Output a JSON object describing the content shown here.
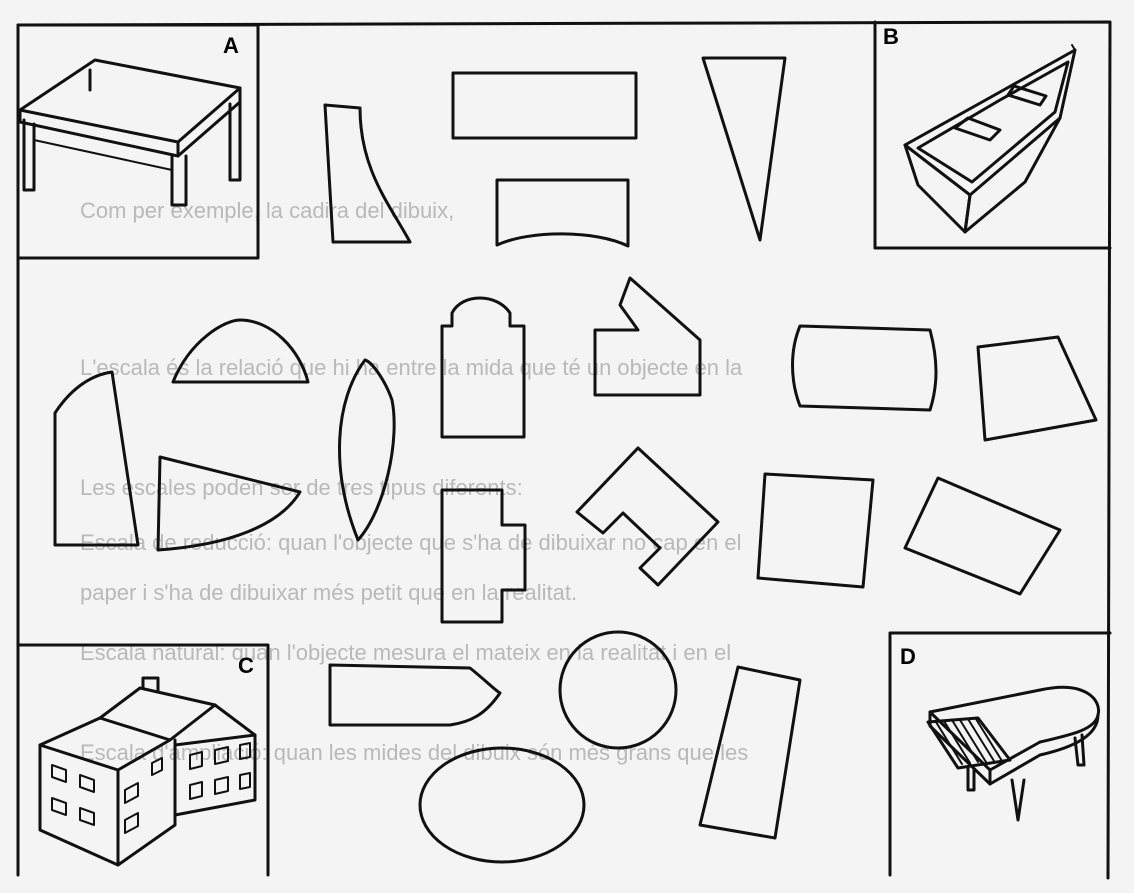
{
  "panels": {
    "a": {
      "label": "A",
      "object": "table"
    },
    "b": {
      "label": "B",
      "object": "boat"
    },
    "c": {
      "label": "C",
      "object": "house"
    },
    "d": {
      "label": "D",
      "object": "piano"
    }
  },
  "background_text": [
    "Com per exemple, la cadira del dibuix,",
    "L'escala és la relació que hi ha entre la mida que té un objecte en la",
    "Les escales poden ser de tres tipus diferents:",
    "Escala de reducció: quan l'objecte que s'ha de dibuixar no cap en el",
    "paper i s'ha de dibuixar més petit que en la realitat.",
    "Escala natural: quan l'objecte mesura el mateix en la realitat i en el",
    "Escala d'ampliació: quan les mides del dibuix són més grans que les"
  ]
}
